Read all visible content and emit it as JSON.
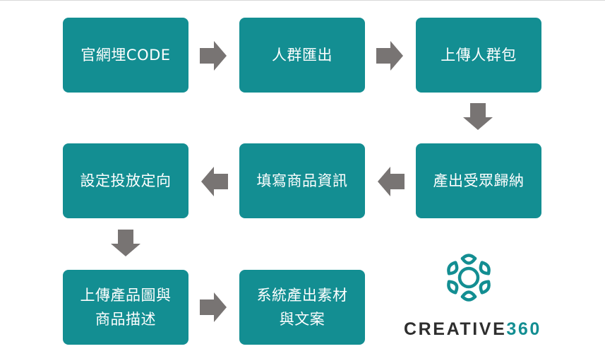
{
  "steps": {
    "s1": "官網埋CODE",
    "s2": "人群匯出",
    "s3": "上傳人群包",
    "s4": "產出受眾歸納",
    "s5": "填寫商品資訊",
    "s6": "設定投放定向",
    "s7_line1": "上傳產品圖與",
    "s7_line2": "商品描述",
    "s8_line1": "系統產出素材",
    "s8_line2": "與文案"
  },
  "logo": {
    "brand_prefix": "CREATIVE",
    "brand_number": "360"
  },
  "colors": {
    "box": "#138e92",
    "arrow": "#787473",
    "text": "#ffffff"
  }
}
